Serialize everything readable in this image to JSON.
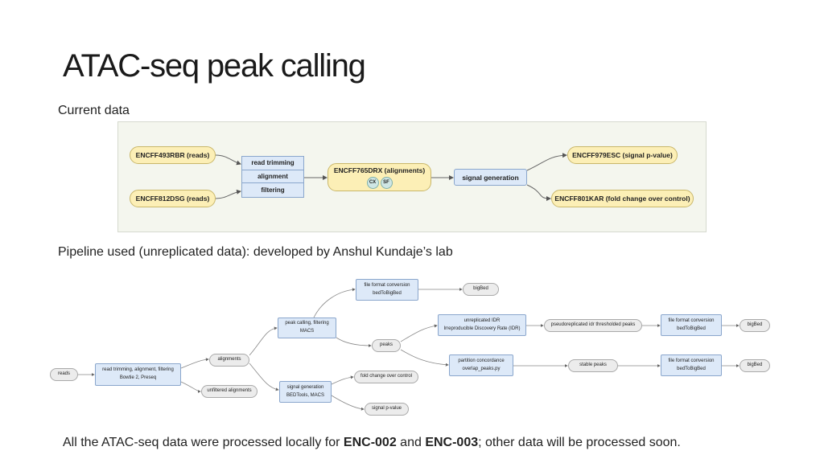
{
  "title": "ATAC-seq peak calling",
  "current_data_label": "Current data",
  "pipeline_label": "Pipeline used (unreplicated data): developed by Anshul Kundaje’s lab",
  "footer": {
    "prefix": "All the ATAC-seq data were processed locally for ",
    "enc1": "ENC-002",
    "middle": " and ",
    "enc2": "ENC-003",
    "suffix": "; other data will be processed soon."
  },
  "panel1": {
    "input1": "ENCFF493RBR (reads)",
    "input2": "ENCFF812DSG (reads)",
    "steps": [
      "read trimming",
      "alignment",
      "filtering"
    ],
    "alignments": "ENCFF765DRX (alignments)",
    "badges": [
      "CX",
      "SF"
    ],
    "signal_generation": "signal generation",
    "output1": "ENCFF979ESC (signal p-value)",
    "output2": "ENCFF801KAR (fold change over control)"
  },
  "panel2": {
    "reads": "reads",
    "trim": {
      "line1": "read trimming, alignment, filtering",
      "line2": "Bowtie 2, Preseq"
    },
    "alignments": "alignments",
    "unfiltered": "unfiltered alignments",
    "peak_calling": {
      "line1": "peak calling, filtering",
      "line2": "MACS"
    },
    "file_conv_top": {
      "line1": "file format conversion",
      "line2": "bedToBigBed"
    },
    "bigbed_top": "bigBed",
    "peaks": "peaks",
    "idr": {
      "line1": "unreplicated IDR",
      "line2": "Irreproducible Discovery Rate (IDR)"
    },
    "pseudo": "pseudoreplicated idr thresholded peaks",
    "file_conv_mid": {
      "line1": "file format conversion",
      "line2": "bedToBigBed"
    },
    "bigbed_mid": "bigBed",
    "partition": {
      "line1": "partition concordance",
      "line2": "overlap_peaks.py"
    },
    "stable": "stable peaks",
    "file_conv_bot": {
      "line1": "file format conversion",
      "line2": "bedToBigBed"
    },
    "bigbed_bot": "bigBed",
    "signal_gen": {
      "line1": "signal generation",
      "line2": "BEDTools, MACS"
    },
    "fold_change": "fold change over control",
    "signal_pvalue": "signal p-value"
  }
}
